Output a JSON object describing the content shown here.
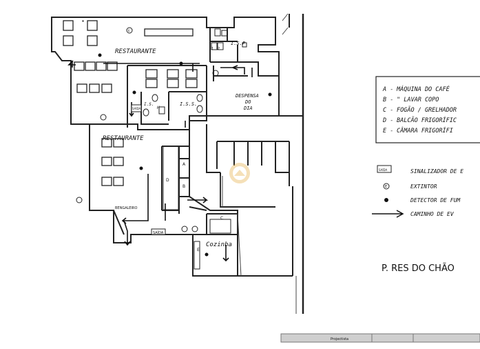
{
  "rooms": {
    "restaurante_upper": "RESTAURANTE",
    "restaurante_lower": "RESTAURANTE",
    "isp": "I.S.P",
    "iss": "I.S.S.",
    "is": "I.S.",
    "is_h": "H",
    "despensa_line1": "DESPENSA",
    "despensa_line2": "DO",
    "despensa_line3": "DIA",
    "cozinha": "Cozinha",
    "bengaleiro": "BENGALEIRO",
    "saida_door": "SAÍDA",
    "saida_small": "SAÍDA",
    "marker_a": "A",
    "marker_b": "B",
    "marker_c": "C",
    "marker_d": "D",
    "marker_e": "E",
    "extintor_marker": "E",
    "num1": "1",
    "num2": "2"
  },
  "equipment_legend": [
    {
      "letter": "A -",
      "text": "MÁQUINA DO CAFÉ"
    },
    {
      "letter": "B -",
      "text": "\"      LAVAR COPO"
    },
    {
      "letter": "C -",
      "text": "FOGÃO / GRELHADOR"
    },
    {
      "letter": "D -",
      "text": "BALCÃO FRIGORÍFIC"
    },
    {
      "letter": "E -",
      "text": "CÂMARA FRIGORÍFI"
    }
  ],
  "symbol_legend": [
    {
      "symbol": "exit-sign",
      "sign_text": "SAÍDA",
      "text": "SINALIZADOR DE E"
    },
    {
      "symbol": "extinguisher",
      "sign_text": "E",
      "text": "EXTINTOR"
    },
    {
      "symbol": "fire-detector",
      "text": "DETECTOR DE FUM"
    },
    {
      "symbol": "evacuation-arrow",
      "text": "CAMINHO DE EV"
    }
  ],
  "caption": "P. RES DO CHÃO",
  "title_block": "Projectista"
}
